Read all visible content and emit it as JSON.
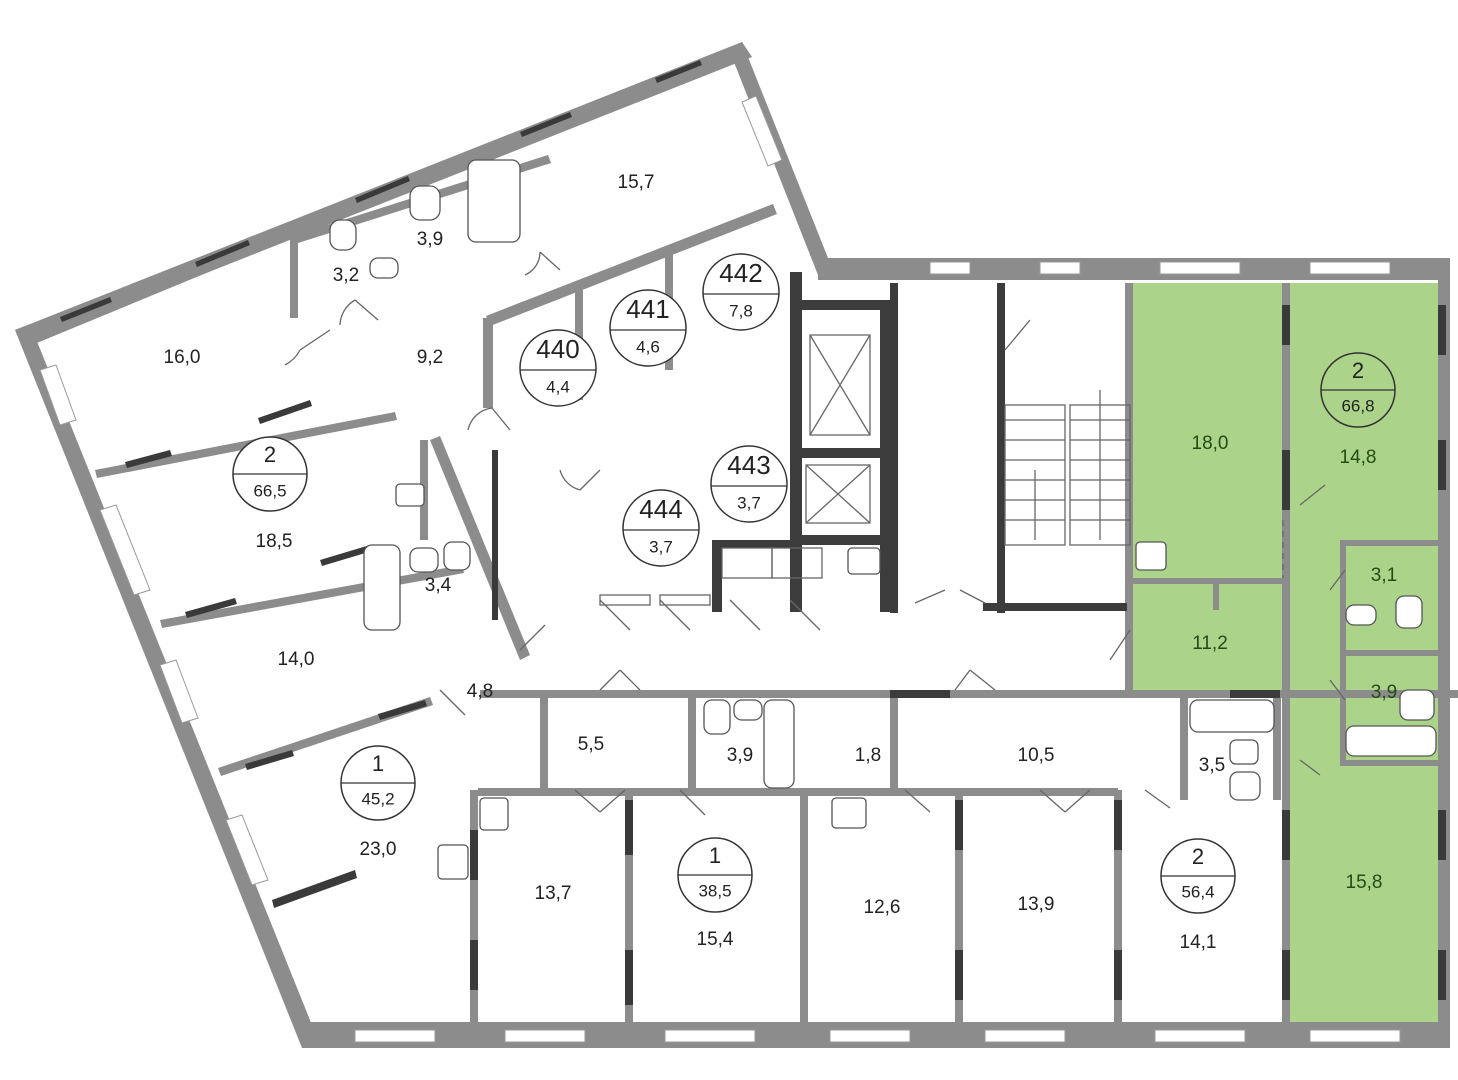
{
  "plan": {
    "highlight_color": "#acd38a",
    "wall_color": "#8c8c8c",
    "rooms": [
      {
        "id": "r-16-0",
        "label": "16,0"
      },
      {
        "id": "r-9-2",
        "label": "9,2"
      },
      {
        "id": "r-3-2",
        "label": "3,2"
      },
      {
        "id": "r-3-9-top",
        "label": "3,9"
      },
      {
        "id": "r-15-7",
        "label": "15,7"
      },
      {
        "id": "r-18-5",
        "label": "18,5"
      },
      {
        "id": "r-3-4",
        "label": "3,4"
      },
      {
        "id": "r-14-0",
        "label": "14,0"
      },
      {
        "id": "r-4-8",
        "label": "4,8"
      },
      {
        "id": "r-23-0",
        "label": "23,0"
      },
      {
        "id": "r-5-5",
        "label": "5,5"
      },
      {
        "id": "r-3-9-mid",
        "label": "3,9"
      },
      {
        "id": "r-1-8",
        "label": "1,8"
      },
      {
        "id": "r-10-5",
        "label": "10,5"
      },
      {
        "id": "r-3-5",
        "label": "3,5"
      },
      {
        "id": "r-13-7",
        "label": "13,7"
      },
      {
        "id": "r-15-4",
        "label": "15,4"
      },
      {
        "id": "r-12-6",
        "label": "12,6"
      },
      {
        "id": "r-13-9",
        "label": "13,9"
      },
      {
        "id": "r-14-1",
        "label": "14,1"
      },
      {
        "id": "r-18-0",
        "label": "18,0"
      },
      {
        "id": "r-14-8",
        "label": "14,8"
      },
      {
        "id": "r-11-2",
        "label": "11,2"
      },
      {
        "id": "r-3-1",
        "label": "3,1"
      },
      {
        "id": "r-3-9-right",
        "label": "3,9"
      },
      {
        "id": "r-15-8",
        "label": "15,8"
      }
    ],
    "apartments": [
      {
        "id": "apt-west-2",
        "rooms": "2",
        "area": "66,5",
        "selected": false
      },
      {
        "id": "apt-sw-1",
        "rooms": "1",
        "area": "45,2",
        "selected": false
      },
      {
        "id": "apt-south-1",
        "rooms": "1",
        "area": "38,5",
        "selected": false
      },
      {
        "id": "apt-south-2",
        "rooms": "2",
        "area": "56,4",
        "selected": false
      },
      {
        "id": "apt-east-2",
        "rooms": "2",
        "area": "66,8",
        "selected": true
      }
    ],
    "storage": [
      {
        "number": "440",
        "area": "4,4"
      },
      {
        "number": "441",
        "area": "4,6"
      },
      {
        "number": "442",
        "area": "7,8"
      },
      {
        "number": "443",
        "area": "3,7"
      },
      {
        "number": "444",
        "area": "3,7"
      }
    ]
  }
}
